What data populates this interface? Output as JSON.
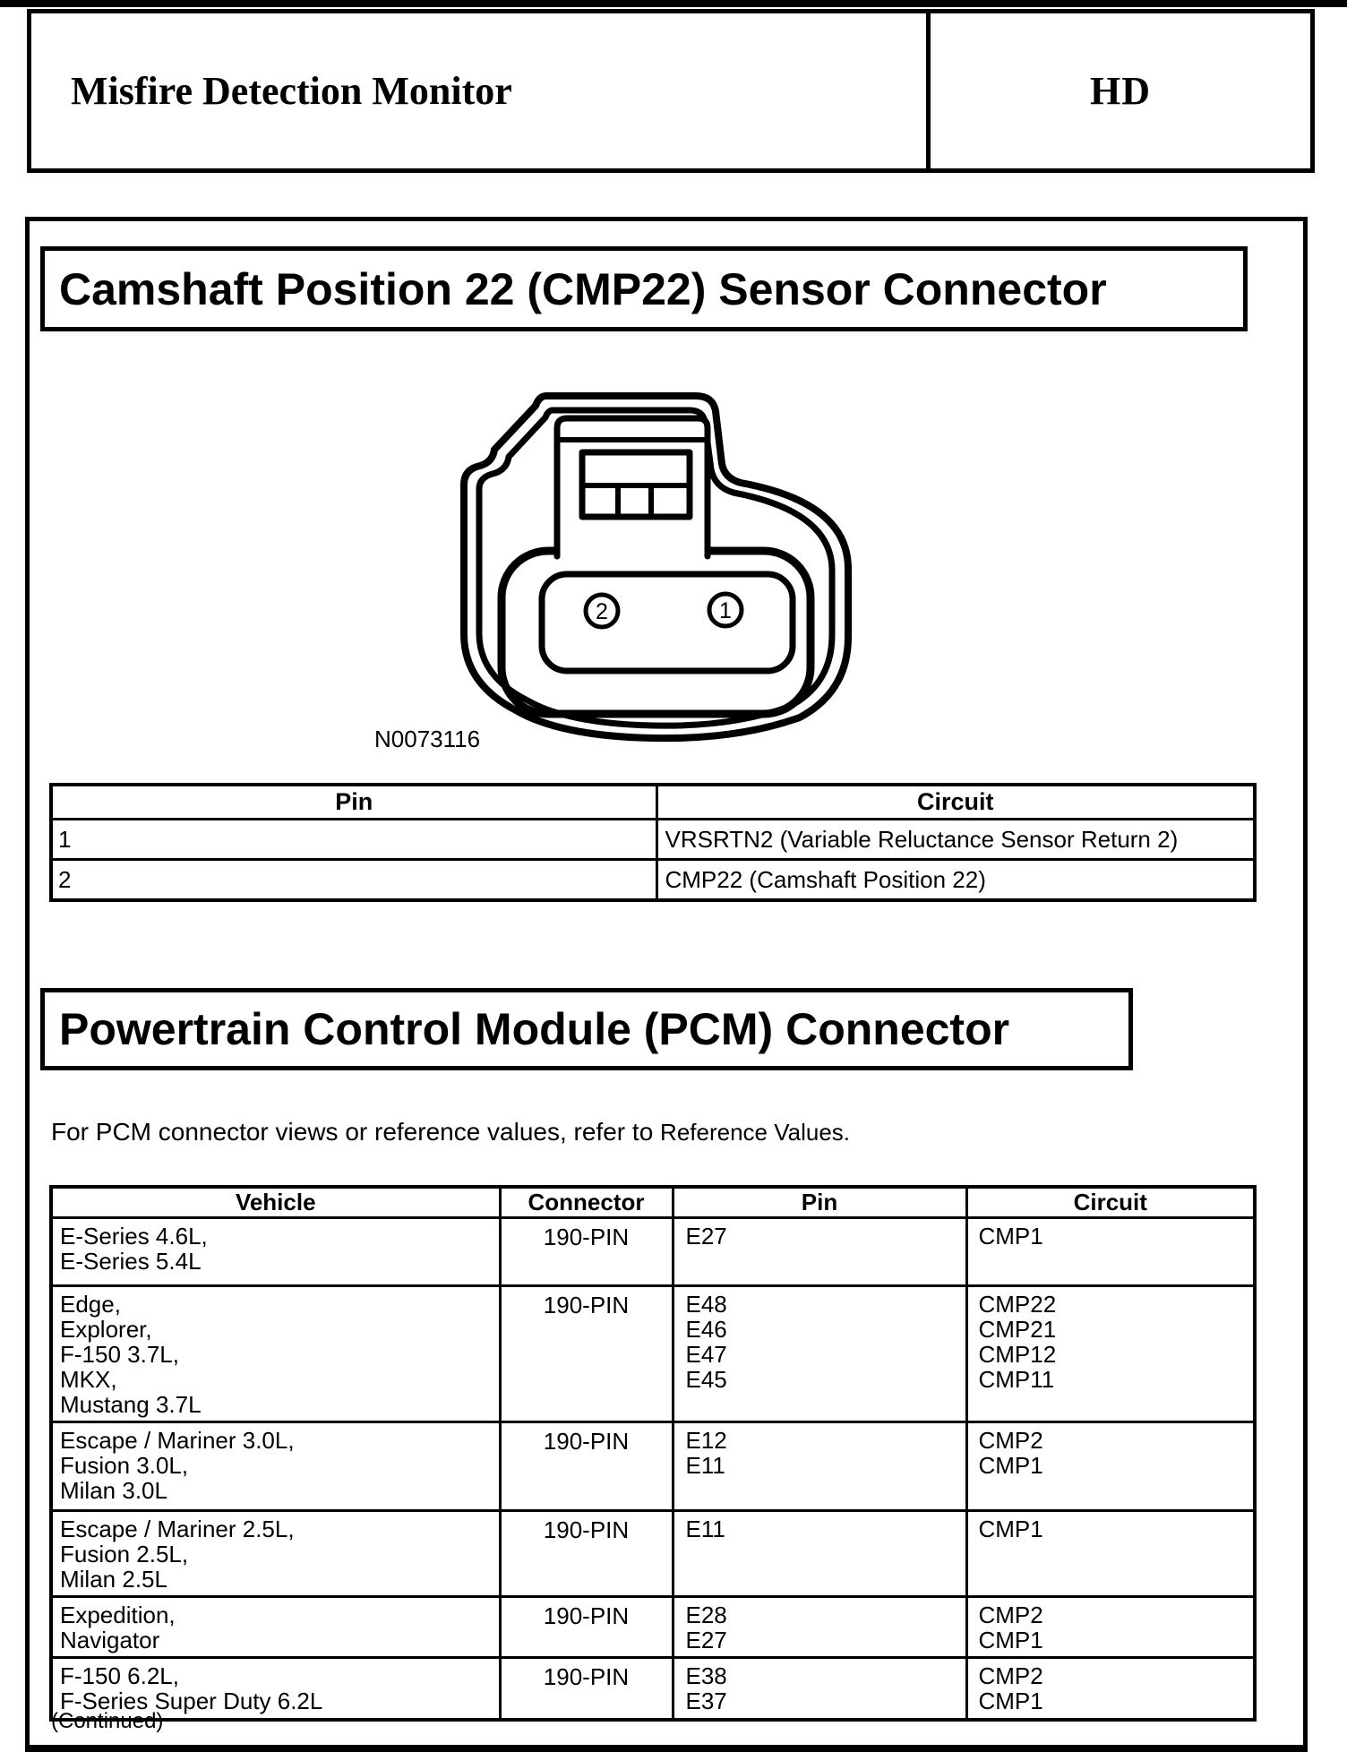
{
  "header": {
    "title": "Misfire Detection Monitor",
    "code": "HD"
  },
  "camshaft_section": {
    "title": "Camshaft Position 22 (CMP22) Sensor Connector",
    "diagram": {
      "figure_label": "N0073116",
      "pin_left": "2",
      "pin_right": "1"
    },
    "pin_table": {
      "headers": [
        "Pin",
        "Circuit"
      ],
      "rows": [
        [
          "1",
          "VRSRTN2 (Variable Reluctance Sensor Return 2)"
        ],
        [
          "2",
          "CMP22 (Camshaft Position 22)"
        ]
      ]
    }
  },
  "pcm_section": {
    "title": "Powertrain Control Module (PCM) Connector",
    "intro_text": "For PCM connector views or reference values, refer to",
    "intro_link": "Reference Values.",
    "vehicle_table": {
      "headers": [
        "Vehicle",
        "Connector",
        "Pin",
        "Circuit"
      ],
      "rows": [
        {
          "vehicle": [
            "E-Series 4.6L,",
            "E-Series 5.4L"
          ],
          "connector": "190-PIN",
          "pins": [
            "E27"
          ],
          "circuits": [
            "CMP1"
          ]
        },
        {
          "vehicle": [
            "Edge,",
            "Explorer,",
            "F-150 3.7L,",
            "MKX,",
            "Mustang 3.7L"
          ],
          "connector": "190-PIN",
          "pins": [
            "E48",
            "E46",
            "E47",
            "E45"
          ],
          "circuits": [
            "CMP22",
            "CMP21",
            "CMP12",
            "CMP11"
          ]
        },
        {
          "vehicle": [
            "Escape / Mariner 3.0L,",
            "Fusion 3.0L,",
            "Milan 3.0L"
          ],
          "connector": "190-PIN",
          "pins": [
            "E12",
            "E11"
          ],
          "circuits": [
            "CMP2",
            "CMP1"
          ]
        },
        {
          "vehicle": [
            "Escape / Mariner 2.5L,",
            "Fusion 2.5L,",
            "Milan 2.5L"
          ],
          "connector": "190-PIN",
          "pins": [
            "E11"
          ],
          "circuits": [
            "CMP1"
          ]
        },
        {
          "vehicle": [
            "Expedition,",
            "Navigator"
          ],
          "connector": "190-PIN",
          "pins": [
            "E28",
            "E27"
          ],
          "circuits": [
            "CMP2",
            "CMP1"
          ]
        },
        {
          "vehicle": [
            "F-150 6.2L,",
            "F-Series Super Duty 6.2L"
          ],
          "connector": "190-PIN",
          "pins": [
            "E38",
            "E37"
          ],
          "circuits": [
            "CMP2",
            "CMP1"
          ]
        }
      ]
    },
    "continued_note": "(Continued)"
  }
}
